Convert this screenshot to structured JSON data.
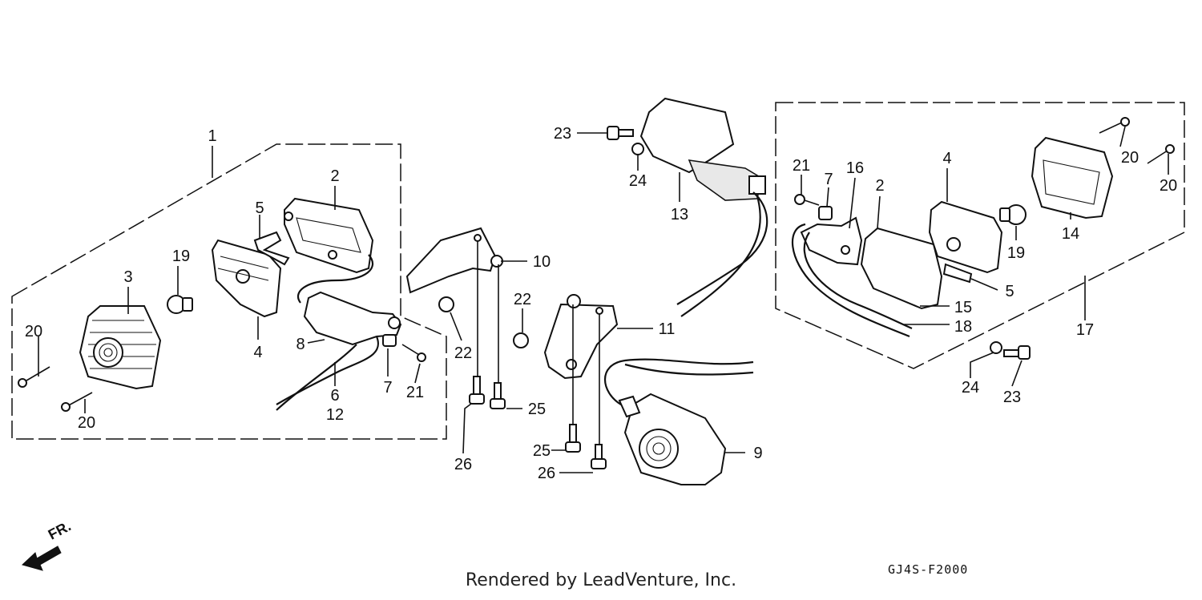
{
  "diagram": {
    "callouts": [
      {
        "id": "c1",
        "text": "1"
      },
      {
        "id": "c2a",
        "text": "2"
      },
      {
        "id": "c2b",
        "text": "2"
      },
      {
        "id": "c3",
        "text": "3"
      },
      {
        "id": "c4a",
        "text": "4"
      },
      {
        "id": "c4b",
        "text": "4"
      },
      {
        "id": "c5a",
        "text": "5"
      },
      {
        "id": "c5b",
        "text": "5"
      },
      {
        "id": "c6",
        "text": "6"
      },
      {
        "id": "c7a",
        "text": "7"
      },
      {
        "id": "c7b",
        "text": "7"
      },
      {
        "id": "c8",
        "text": "8"
      },
      {
        "id": "c9",
        "text": "9"
      },
      {
        "id": "c10",
        "text": "10"
      },
      {
        "id": "c11",
        "text": "11"
      },
      {
        "id": "c12",
        "text": "12"
      },
      {
        "id": "c13",
        "text": "13"
      },
      {
        "id": "c14",
        "text": "14"
      },
      {
        "id": "c15",
        "text": "15"
      },
      {
        "id": "c16",
        "text": "16"
      },
      {
        "id": "c17",
        "text": "17"
      },
      {
        "id": "c18",
        "text": "18"
      },
      {
        "id": "c19a",
        "text": "19"
      },
      {
        "id": "c19b",
        "text": "19"
      },
      {
        "id": "c20a",
        "text": "20"
      },
      {
        "id": "c20b",
        "text": "20"
      },
      {
        "id": "c20c",
        "text": "20"
      },
      {
        "id": "c20d",
        "text": "20"
      },
      {
        "id": "c21a",
        "text": "21"
      },
      {
        "id": "c21b",
        "text": "21"
      },
      {
        "id": "c22a",
        "text": "22"
      },
      {
        "id": "c22b",
        "text": "22"
      },
      {
        "id": "c23a",
        "text": "23"
      },
      {
        "id": "c23b",
        "text": "23"
      },
      {
        "id": "c24a",
        "text": "24"
      },
      {
        "id": "c24b",
        "text": "24"
      },
      {
        "id": "c25a",
        "text": "25"
      },
      {
        "id": "c25b",
        "text": "25"
      },
      {
        "id": "c26a",
        "text": "26"
      },
      {
        "id": "c26b",
        "text": "26"
      }
    ],
    "direction_label": "FR.",
    "diagram_code": "GJ4S-F2000",
    "footer": "Rendered by LeadVenture, Inc."
  }
}
